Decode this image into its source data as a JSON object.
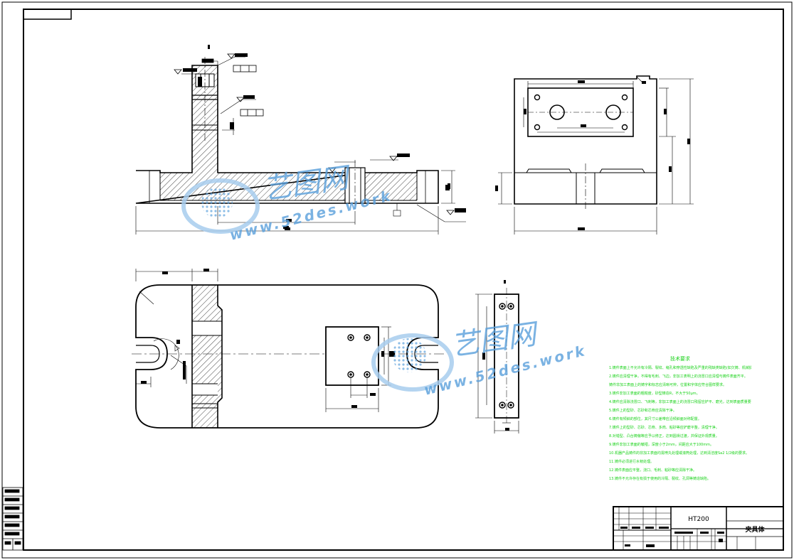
{
  "title_block": {
    "material": "HT200",
    "part_name": "夹具体"
  },
  "watermarks": [
    {
      "brand": "艺图网",
      "url": "www.52des.work"
    },
    {
      "brand": "艺图网",
      "url": "www.52des.work"
    }
  ],
  "technical_notes": {
    "title": "技术要求",
    "lines": [
      "1.铸件表面上不允许有冷隔、裂纹、缩孔和穿透性缺陷及严重的残缺类缺陷(如欠铸、机械损伤等)。",
      "2.铸件应清理干净，不得有毛刺、飞边，非加工表明上的浇冒口应清理与铸件表面齐平。",
      "  铸件非加工表面上的铸字和标志应清晰可辨，位置和字体应符合图样要求。",
      "3.铸件非加工表面的粗糙度，砂型铸造R，不大于50μm。",
      "4.铸件应清除浇冒口、飞刺等，非加工表面上的浇冒口残留应铲平、磨光，达到表面质量要求。",
      "5.铸件上的型砂、芯砂和芯骨应清除干净。",
      "6.铸件有倾斜的部位，其尺寸公差带应沿倾斜面对称配置。",
      "7.铸件上的型砂、芯砂、芯骨、多肉、粘砂等应铲磨平整，清理干净。",
      "8.对错型、凸台铸偏等应予以修正，达到圆滑过渡，并保证外观质量。",
      "9.铸件非加工表面的皱褶，深度小于2mm，间距应大于100mm。",
      "10.机器产品铸件的非加工表面均需喷丸处理或滚筒处理，达到清洁度Sa2 1/2级的要求。",
      "11.铸件必须进行水韧处理。",
      "12.铸件表面应平整，浇口、毛刺、粘砂等应清除干净。",
      "13.铸件不允许存在有损于使用的冷隔、裂纹、孔洞等铸造缺陷。"
    ]
  },
  "colors": {
    "line": "#000000",
    "notes_text": "#19d219",
    "watermark_blue": "#5aa0dc",
    "watermark_light": "#a8cdee"
  }
}
